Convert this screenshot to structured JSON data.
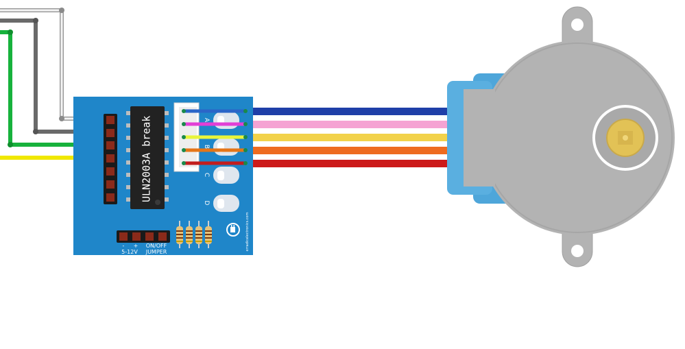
{
  "chip": {
    "label": "ULN2003A break"
  },
  "board": {
    "led_labels": [
      "A",
      "B",
      "C",
      "D"
    ],
    "power_label": "5-12V",
    "jumper_label": "ON/OFF JUMPER",
    "minus_sign": "-",
    "plus_sign": "+",
    "brand": "erradicelectronics.com"
  },
  "colors": {
    "board": "#1f86c9",
    "chip": "#222222",
    "motor_body": "#b3b3b3",
    "motor_cap": "#5aafe0",
    "wire_blue": "#1f3fa8",
    "wire_pink": "#f5a3d3",
    "wire_yellow": "#f2d24a",
    "wire_orange": "#ee6b1f",
    "wire_red": "#cc1a1a",
    "wire_white": "#eeeeee",
    "wire_gray": "#6a6a6a",
    "wire_green": "#17b23c",
    "wire_lightyellow": "#f0e800",
    "shaft": "#e2c256"
  }
}
